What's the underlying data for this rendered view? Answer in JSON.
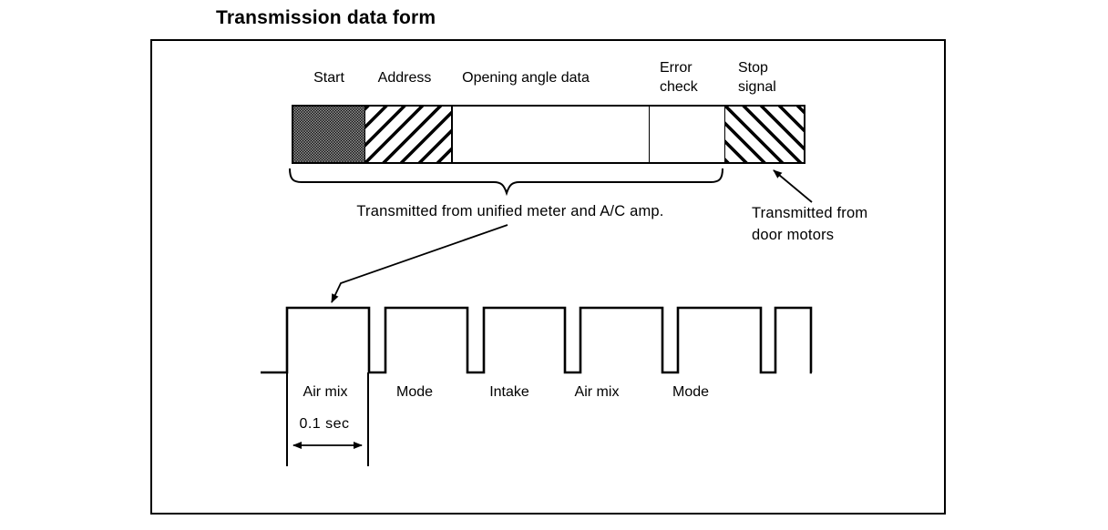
{
  "title": "Transmission data form",
  "frame": {
    "segments": [
      {
        "label": "Start",
        "pattern": "stipple"
      },
      {
        "label": "Address",
        "pattern": "hatch-forward-diagonal"
      },
      {
        "label": "Opening angle data",
        "pattern": "plain"
      },
      {
        "label": "Error check",
        "line1": "Error",
        "line2": "check",
        "pattern": "plain"
      },
      {
        "label": "Stop signal",
        "line1": "Stop",
        "line2": "signal",
        "pattern": "hatch-back-diagonal"
      }
    ],
    "source_caption": "Transmitted from unified meter and A/C amp.",
    "door_caption": {
      "line1": "Transmitted from",
      "line2": "door motors"
    }
  },
  "pulses": {
    "labels": [
      "Air mix",
      "Mode",
      "Intake",
      "Air mix",
      "Mode"
    ],
    "interval_label": "0.1 sec"
  },
  "colors": {
    "ink": "#000000",
    "paper": "#ffffff"
  }
}
